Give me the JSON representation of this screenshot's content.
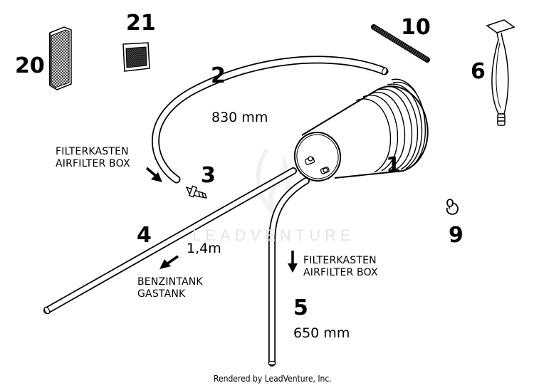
{
  "watermark": "LEADVENTURE",
  "footer": "Rendered by LeadVenture, Inc.",
  "callouts": {
    "p1": "1",
    "p2": "2",
    "p3": "3",
    "p4": "4",
    "p5": "5",
    "p6": "6",
    "p9": "9",
    "p10": "10",
    "p20": "20",
    "p21": "21"
  },
  "dimensions": {
    "hose2": "830 mm",
    "hose4": "1,4m",
    "hose5": "650 mm"
  },
  "notes": {
    "hose2_dest": [
      "FILTERKASTEN",
      "AIRFILTER BOX"
    ],
    "hose4_dest": [
      "BENZINTANK",
      "GASTANK"
    ],
    "hose5_dest": [
      "FILTERKASTEN",
      "AIRFILTER BOX"
    ]
  }
}
